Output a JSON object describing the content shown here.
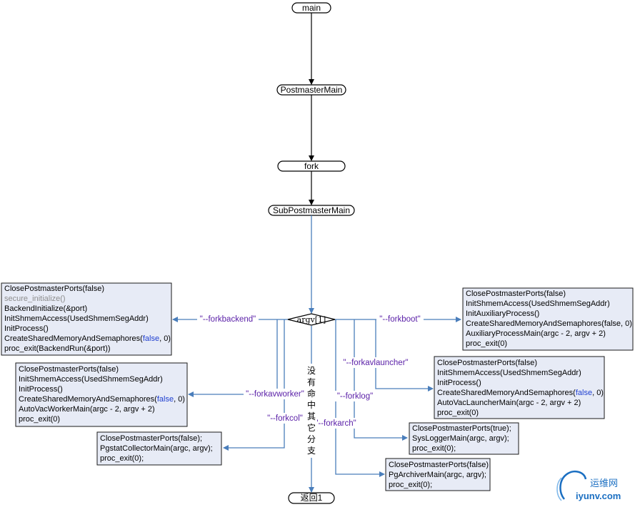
{
  "nodes": {
    "main": "main",
    "postmaster": "PostmasterMain",
    "fork": "fork",
    "subpostmaster": "SubPostmasterMain",
    "decision": "argv[1]",
    "return": "返回1"
  },
  "edges": {
    "forkbackend": "\"--forkbackend\"",
    "forkboot": "\"--forkboot\"",
    "forkavlauncher": "\"--forkavlauncher\"",
    "forkavworker": "\"--forkavworker\"",
    "forklog": "\"--forklog\"",
    "forkcol": "\"--forkcol\"",
    "forkarch": "\"--forkarch\"",
    "nomatch": [
      "没",
      "有",
      "命",
      "中",
      "其",
      "它",
      "分",
      "支"
    ]
  },
  "boxes": {
    "backend": {
      "l1": "ClosePostmasterPorts(false)",
      "l2": "secure_initialize()",
      "l3": "BackendInitialize(&port)",
      "l4": "InitShmemAccess(UsedShmemSegAddr)",
      "l5": "InitProcess()",
      "l6a": "CreateSharedMemoryAndSemaphores(",
      "l6b": "false",
      "l6c": ", 0)",
      "l7": "proc_exit(BackendRun(&port))"
    },
    "avworker": {
      "l1": "ClosePostmasterPorts(false)",
      "l2": "InitShmemAccess(UsedShmemSegAddr)",
      "l3": "InitProcess()",
      "l4a": "CreateSharedMemoryAndSemaphores(",
      "l4b": "false",
      "l4c": ", 0)",
      "l5": "AutoVacWorkerMain(argc - 2, argv + 2)",
      "l6": "proc_exit(0)"
    },
    "col": {
      "l1": "ClosePostmasterPorts(false);",
      "l2": "PgstatCollectorMain(argc, argv);",
      "l3": "proc_exit(0);"
    },
    "boot": {
      "l1": "ClosePostmasterPorts(false)",
      "l2": "InitShmemAccess(UsedShmemSegAddr)",
      "l3": "InitAuxiliaryProcess()",
      "l4": "CreateSharedMemoryAndSemaphores(false, 0)",
      "l5": "AuxiliaryProcessMain(argc - 2, argv + 2)",
      "l6": "proc_exit(0)"
    },
    "avlauncher": {
      "l1": "ClosePostmasterPorts(false)",
      "l2": "InitShmemAccess(UsedShmemSegAddr)",
      "l3": "InitProcess()",
      "l4a": "CreateSharedMemoryAndSemaphores(",
      "l4b": "false",
      "l4c": ", 0)",
      "l5": "AutoVacLauncherMain(argc - 2, argv + 2)",
      "l6": "proc_exit(0)"
    },
    "log": {
      "l1": "ClosePostmasterPorts(true);",
      "l2": "SysLoggerMain(argc, argv);",
      "l3": "proc_exit(0);"
    },
    "arch": {
      "l1": "ClosePostmasterPorts(false)",
      "l2": "PgArchiverMain(argc, argv);",
      "l3": "proc_exit(0);"
    }
  },
  "watermark": {
    "brand": "运维网",
    "site": "iyunv.com"
  },
  "colors": {
    "box_fill": "#e7ebf6",
    "edge_blue": "#4a7ebb",
    "edge_label": "#5b21a8",
    "keyword_blue": "#1f3fd0",
    "comment_gray": "#8c8c8c",
    "watermark_blue": "#1b6fc2"
  }
}
